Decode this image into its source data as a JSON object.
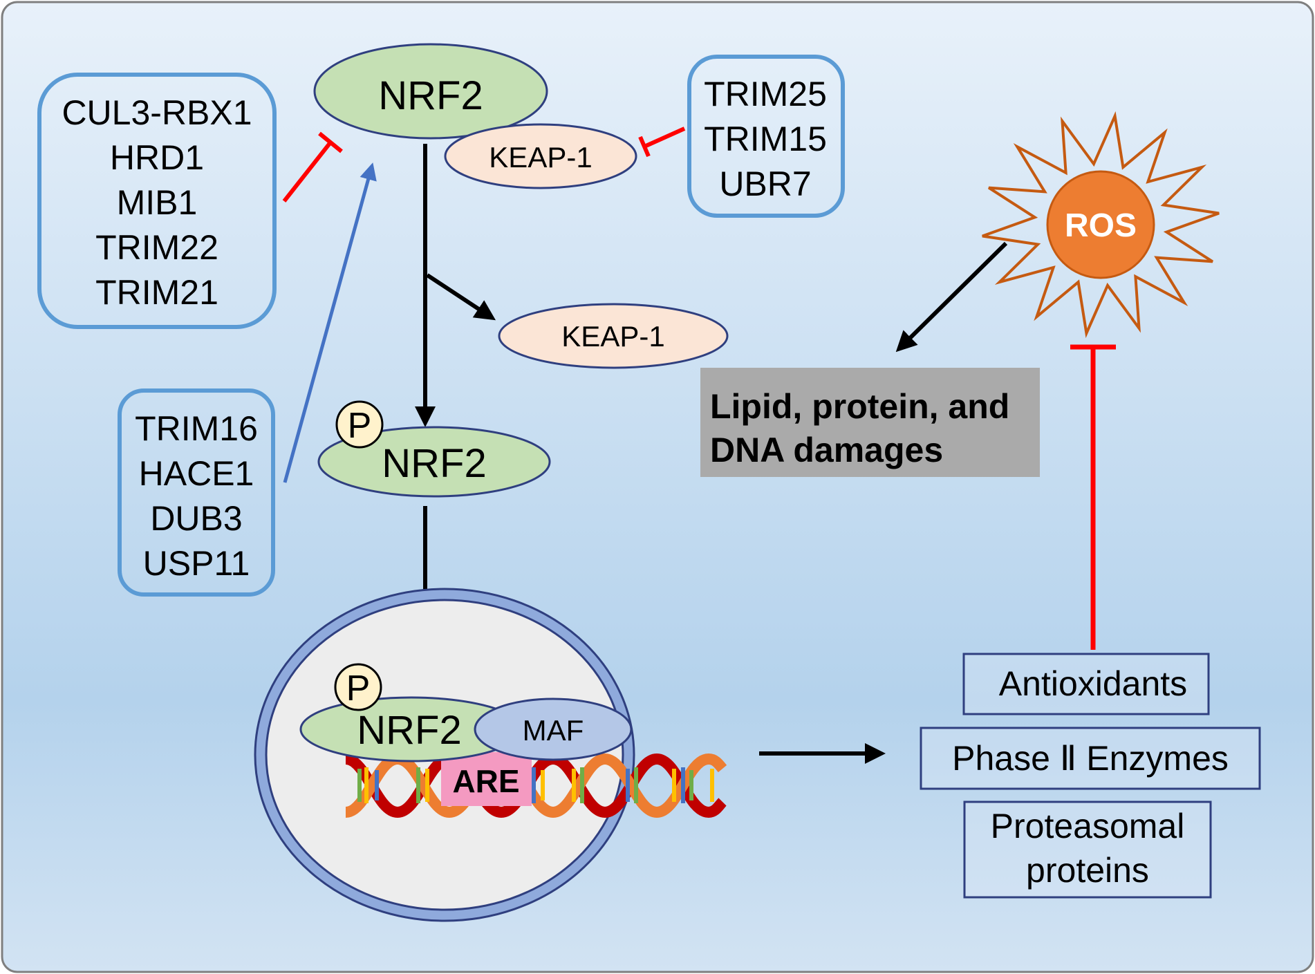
{
  "colors": {
    "bg_top": "#e8f1fa",
    "bg_mid": "#b4d2ec",
    "bg_bottom": "#d2e3f3",
    "box_border": "#5b9bd5",
    "nrf2_fill": "#c5e0b4",
    "keap_fill": "#fbe5d6",
    "maf_fill": "#b4c7e7",
    "ellipse_stroke": "#2f3f7f",
    "inhibit_red": "#ff0000",
    "activate_blue": "#4472c4",
    "ros_orange": "#ed7d31",
    "ros_burst": "#c55a11",
    "damage_gray": "#aaaaaa",
    "are_pink": "#f49ac1",
    "p_fill": "#fff2cc"
  },
  "ligase_box": {
    "items": [
      "CUL3-RBX1",
      "HRD1",
      "MIB1",
      "TRIM22",
      "TRIM21"
    ]
  },
  "keap_ligase_box": {
    "items": [
      "TRIM25",
      "TRIM15",
      "UBR7"
    ]
  },
  "dub_box": {
    "items": [
      "TRIM16",
      "HACE1",
      "DUB3",
      "USP11"
    ]
  },
  "cytoplasm": {
    "nrf2_label": "NRF2",
    "keap1_bound_label": "KEAP-1",
    "keap1_free_label": "KEAP-1",
    "p_nrf2_label": "NRF2",
    "p_label": "P"
  },
  "nucleus": {
    "nrf2_label": "NRF2",
    "maf_label": "MAF",
    "are_label": "ARE",
    "p_label": "P"
  },
  "ros": {
    "label": "ROS"
  },
  "damage": {
    "lines": [
      "Lipid, protein, and",
      "DNA damages"
    ]
  },
  "outputs": {
    "antioxidants": "Antioxidants",
    "phase2": "Phase Ⅱ Enzymes",
    "proteasomal_lines": [
      "Proteasomal",
      "proteins"
    ]
  }
}
